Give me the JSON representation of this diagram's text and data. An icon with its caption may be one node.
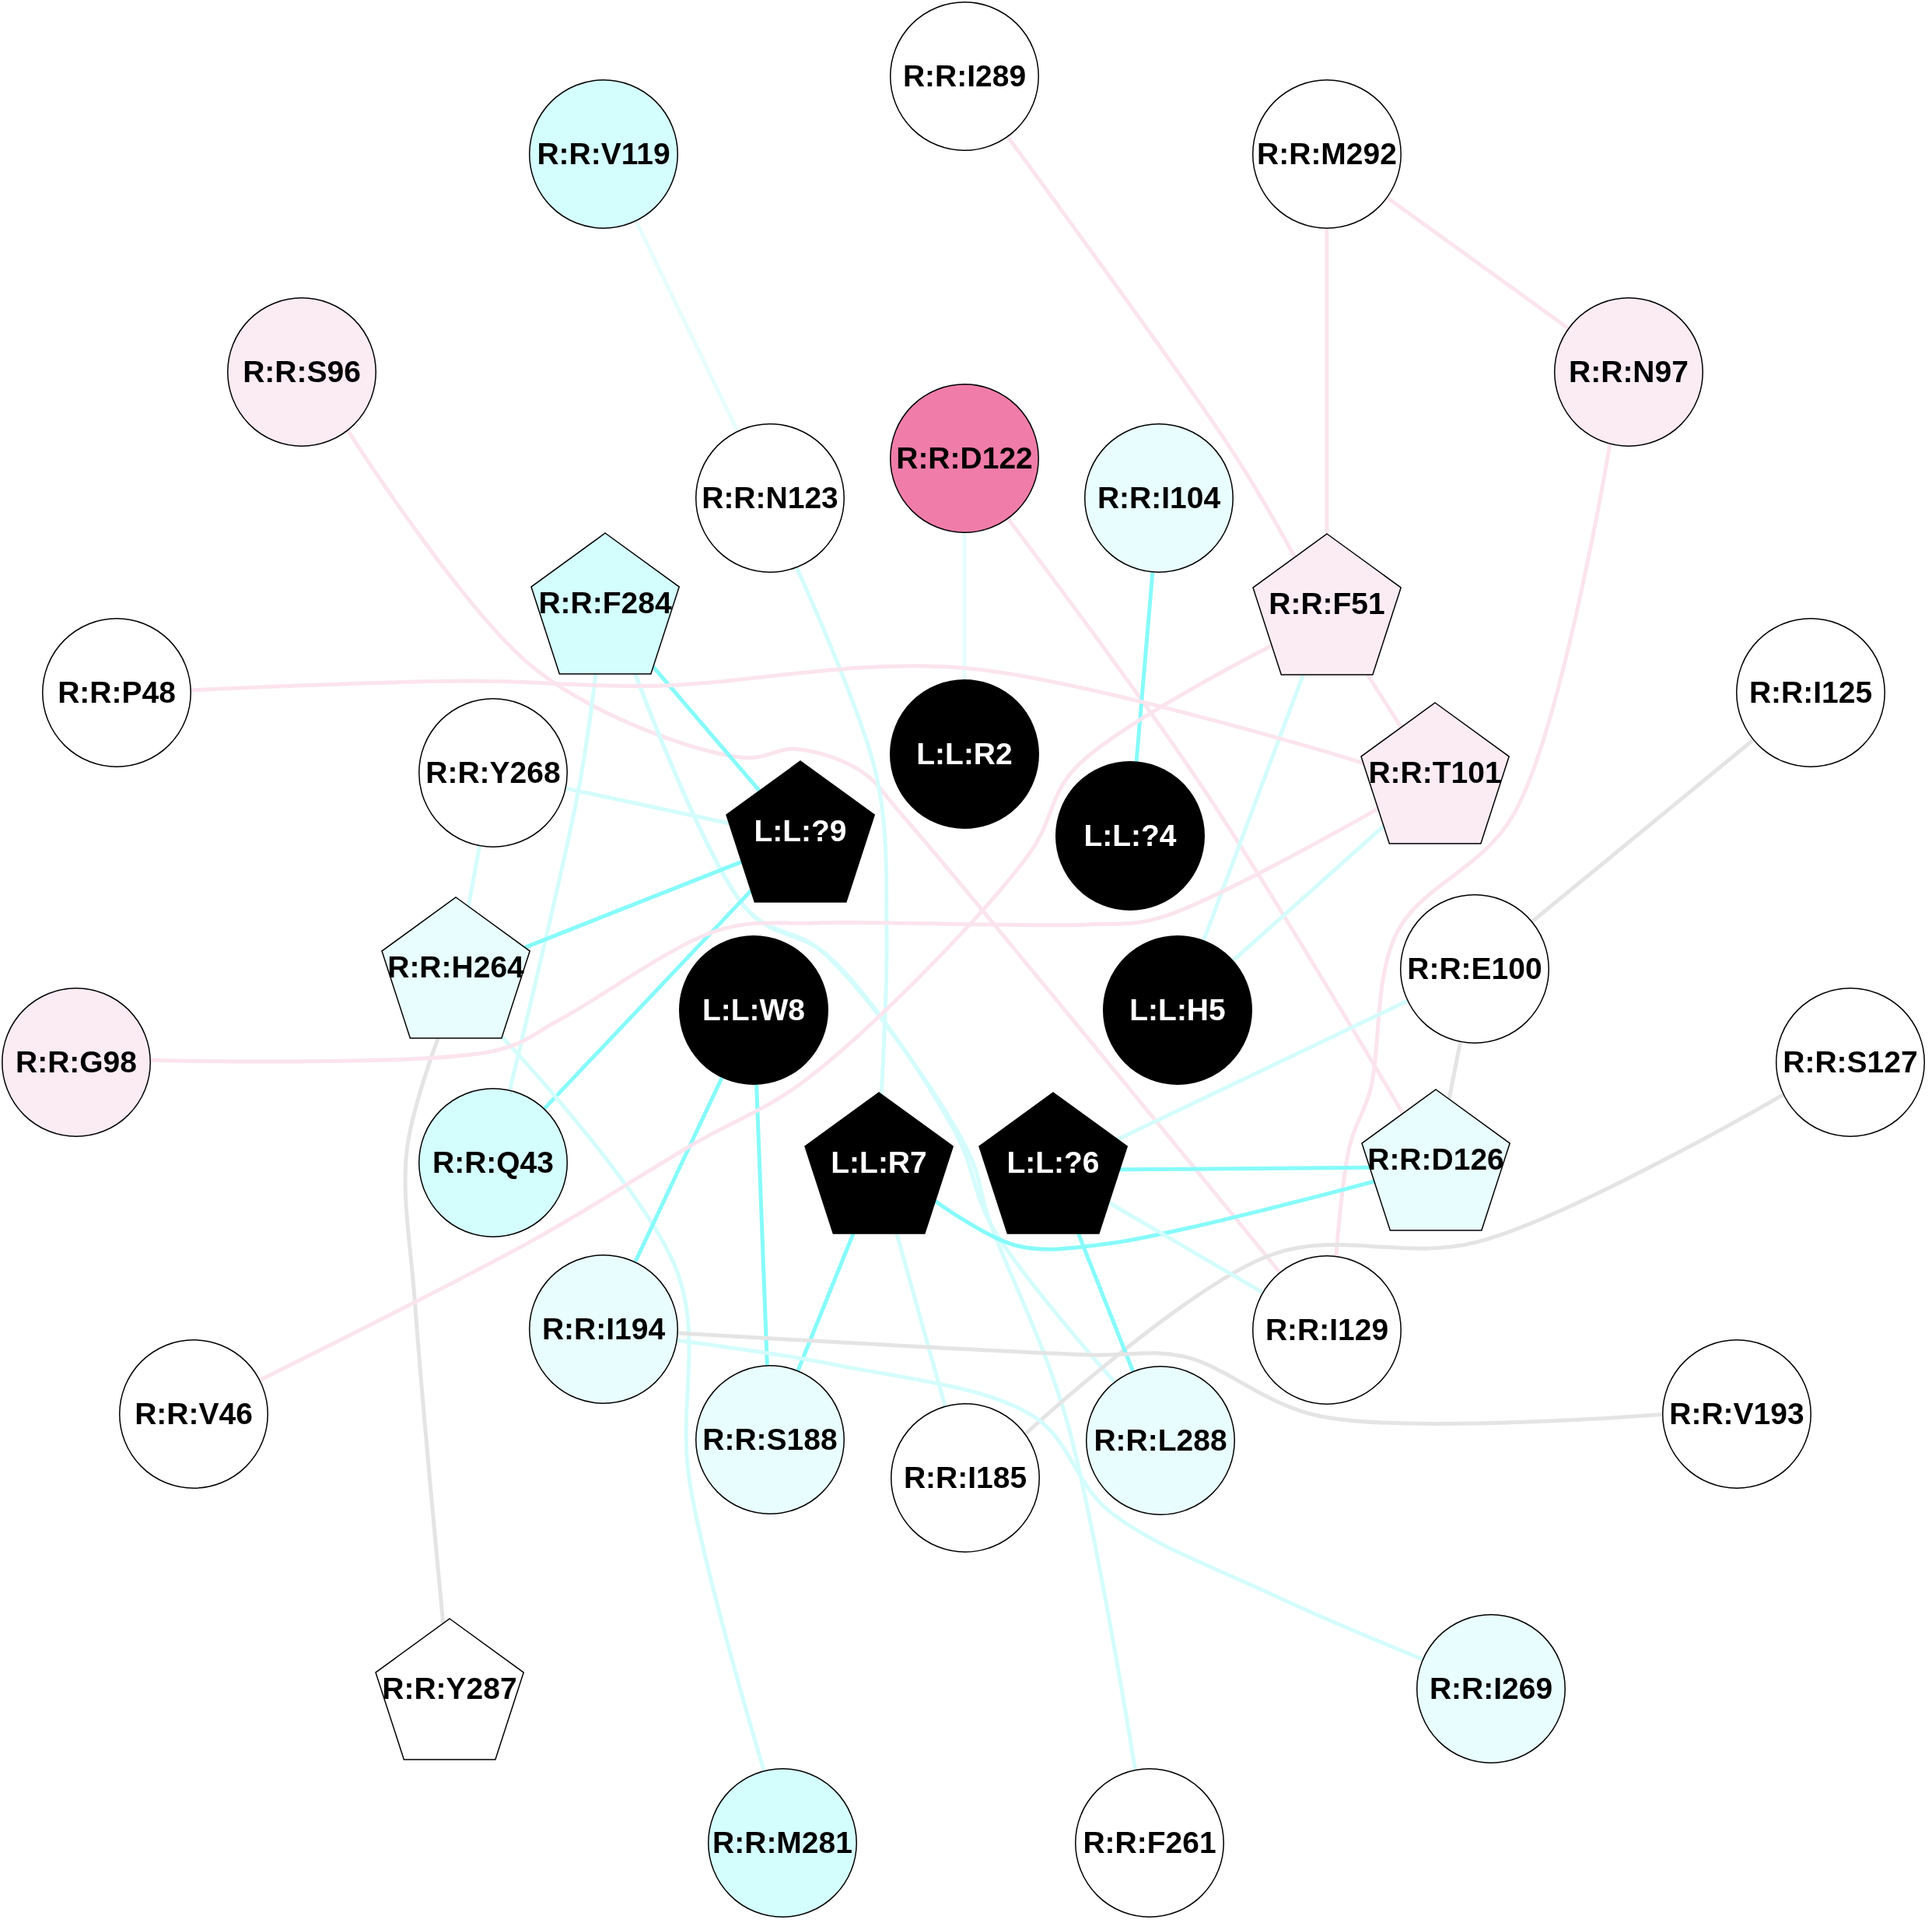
{
  "diagram": {
    "nodes": [
      {
        "text": [
          "R:R:I289"
        ]
      },
      {
        "text": [
          "R:R:V119"
        ]
      },
      {
        "text": [
          "R:R:M292"
        ]
      },
      {
        "text": [
          "R:R:S96"
        ]
      },
      {
        "text": [
          "R:R:N97"
        ]
      },
      {
        "text": [
          "R:R:D122"
        ]
      },
      {
        "text": [
          "R:R:N123"
        ]
      },
      {
        "text": [
          "R:R:I104"
        ]
      },
      {
        "text": [
          "R:R:F284"
        ]
      },
      {
        "text": [
          "R:R:F51"
        ]
      },
      {
        "text": [
          "R:R:P48"
        ]
      },
      {
        "text": [
          "R:R:I125"
        ]
      },
      {
        "text": [
          "L:L:R2"
        ]
      },
      {
        "text": [
          "R:R:Y268"
        ]
      },
      {
        "text": [
          "R:R:T101"
        ]
      },
      {
        "text": [
          "L:L:?9"
        ]
      },
      {
        "text": [
          "L:L:?4"
        ]
      },
      {
        "text": [
          "R:R:H264"
        ]
      },
      {
        "text": [
          "R:R:E100"
        ]
      },
      {
        "text": [
          "L:L:W8"
        ]
      },
      {
        "text": [
          "L:L:H5"
        ]
      },
      {
        "text": [
          "R:R:G98"
        ]
      },
      {
        "text": [
          "R:R:S127"
        ]
      },
      {
        "text": [
          "R:R:Q43"
        ]
      },
      {
        "text": [
          "L:L:R7"
        ]
      },
      {
        "text": [
          "L:L:?6"
        ]
      },
      {
        "text": [
          "R:R:D126"
        ]
      },
      {
        "text": [
          "R:R:I194"
        ]
      },
      {
        "text": [
          "R:R:I129"
        ]
      },
      {
        "text": [
          "R:R:V46"
        ]
      },
      {
        "text": [
          "R:R:S188"
        ]
      },
      {
        "text": [
          "R:R:I185"
        ]
      },
      {
        "text": [
          "R:R:L288"
        ]
      },
      {
        "text": [
          "R:R:V193"
        ]
      },
      {
        "text": [
          "R:R:Y287"
        ]
      },
      {
        "text": [
          "R:R:I269"
        ]
      },
      {
        "text": [
          "R:R:M281"
        ]
      },
      {
        "text": [
          "R:R:F261"
        ]
      }
    ],
    "edges": [
      {
        "from": 0,
        "to": 9,
        "arrow": "none",
        "color": "#fbe4ee"
      },
      {
        "from": 1,
        "to": 6,
        "arrow": "none",
        "color": "#e6fdfd"
      },
      {
        "from": 2,
        "to": 4,
        "arrow": "none",
        "color": "#fbe4ee"
      },
      {
        "from": 2,
        "to": 9,
        "arrow": "none",
        "color": "#fbe4ee"
      },
      {
        "from": 3,
        "to": 28,
        "arrow": "none",
        "color": "#fbe4ee"
      },
      {
        "from": 4,
        "to": 28,
        "arrow": "none",
        "color": "#fbe4ee"
      },
      {
        "from": 5,
        "to": 12,
        "arrow": "none",
        "color": "#e6fdfd"
      },
      {
        "from": 5,
        "to": 26,
        "arrow": "none",
        "color": "#fbe4ee"
      },
      {
        "from": 6,
        "to": 24,
        "arrow": "none"
      },
      {
        "from": 7,
        "to": 16,
        "arrow": "none",
        "color": "#86fafa"
      },
      {
        "from": 8,
        "to": 15,
        "arrow": "none",
        "color": "#86fafa"
      },
      {
        "from": 8,
        "to": 23,
        "arrow": "none"
      },
      {
        "from": 8,
        "to": 32,
        "arrow": "none"
      },
      {
        "from": 8,
        "to": 37,
        "arrow": "none"
      },
      {
        "from": 9,
        "to": 14,
        "arrow": "none",
        "color": "#fbe4ee"
      },
      {
        "from": 9,
        "to": 20,
        "arrow": "none"
      },
      {
        "from": 10,
        "to": 14,
        "arrow": "none",
        "color": "#fbe4ee"
      },
      {
        "from": 11,
        "to": 18,
        "arrow": "none",
        "color": "#e4e4e4"
      },
      {
        "from": 13,
        "to": 15,
        "arrow": "none"
      },
      {
        "from": 13,
        "to": 17,
        "arrow": "none"
      },
      {
        "from": 14,
        "to": 20,
        "arrow": "none"
      },
      {
        "from": 15,
        "to": 17,
        "arrow": "none",
        "color": "#86fafa"
      },
      {
        "from": 15,
        "to": 23,
        "arrow": "none",
        "color": "#86fafa"
      },
      {
        "from": 17,
        "to": 34,
        "arrow": "none",
        "color": "#e4e4e4"
      },
      {
        "from": 17,
        "to": 36,
        "arrow": "none"
      },
      {
        "from": 18,
        "to": 25,
        "arrow": "none"
      },
      {
        "from": 18,
        "to": 26,
        "arrow": "none",
        "color": "#e4e4e4"
      },
      {
        "from": 19,
        "to": 27,
        "arrow": "none",
        "color": "#86fafa"
      },
      {
        "from": 19,
        "to": 30,
        "arrow": "none",
        "color": "#86fafa"
      },
      {
        "from": 21,
        "to": 14,
        "arrow": "none",
        "color": "#fbe4ee"
      },
      {
        "from": 22,
        "to": 31,
        "arrow": "none",
        "color": "#e4e4e4"
      },
      {
        "from": 24,
        "to": 26,
        "arrow": "none",
        "color": "#86fafa"
      },
      {
        "from": 24,
        "to": 30,
        "arrow": "none",
        "color": "#86fafa"
      },
      {
        "from": 24,
        "to": 31,
        "arrow": "none"
      },
      {
        "from": 25,
        "to": 26,
        "arrow": "none",
        "color": "#86fafa"
      },
      {
        "from": 25,
        "to": 28,
        "arrow": "none"
      },
      {
        "from": 25,
        "to": 32,
        "arrow": "none",
        "color": "#86fafa"
      },
      {
        "from": 27,
        "to": 33,
        "arrow": "none",
        "color": "#e4e4e4"
      },
      {
        "from": 27,
        "to": 35,
        "arrow": "none"
      },
      {
        "from": 29,
        "to": 9,
        "arrow": "none",
        "color": "#fbe4ee"
      }
    ]
  }
}
